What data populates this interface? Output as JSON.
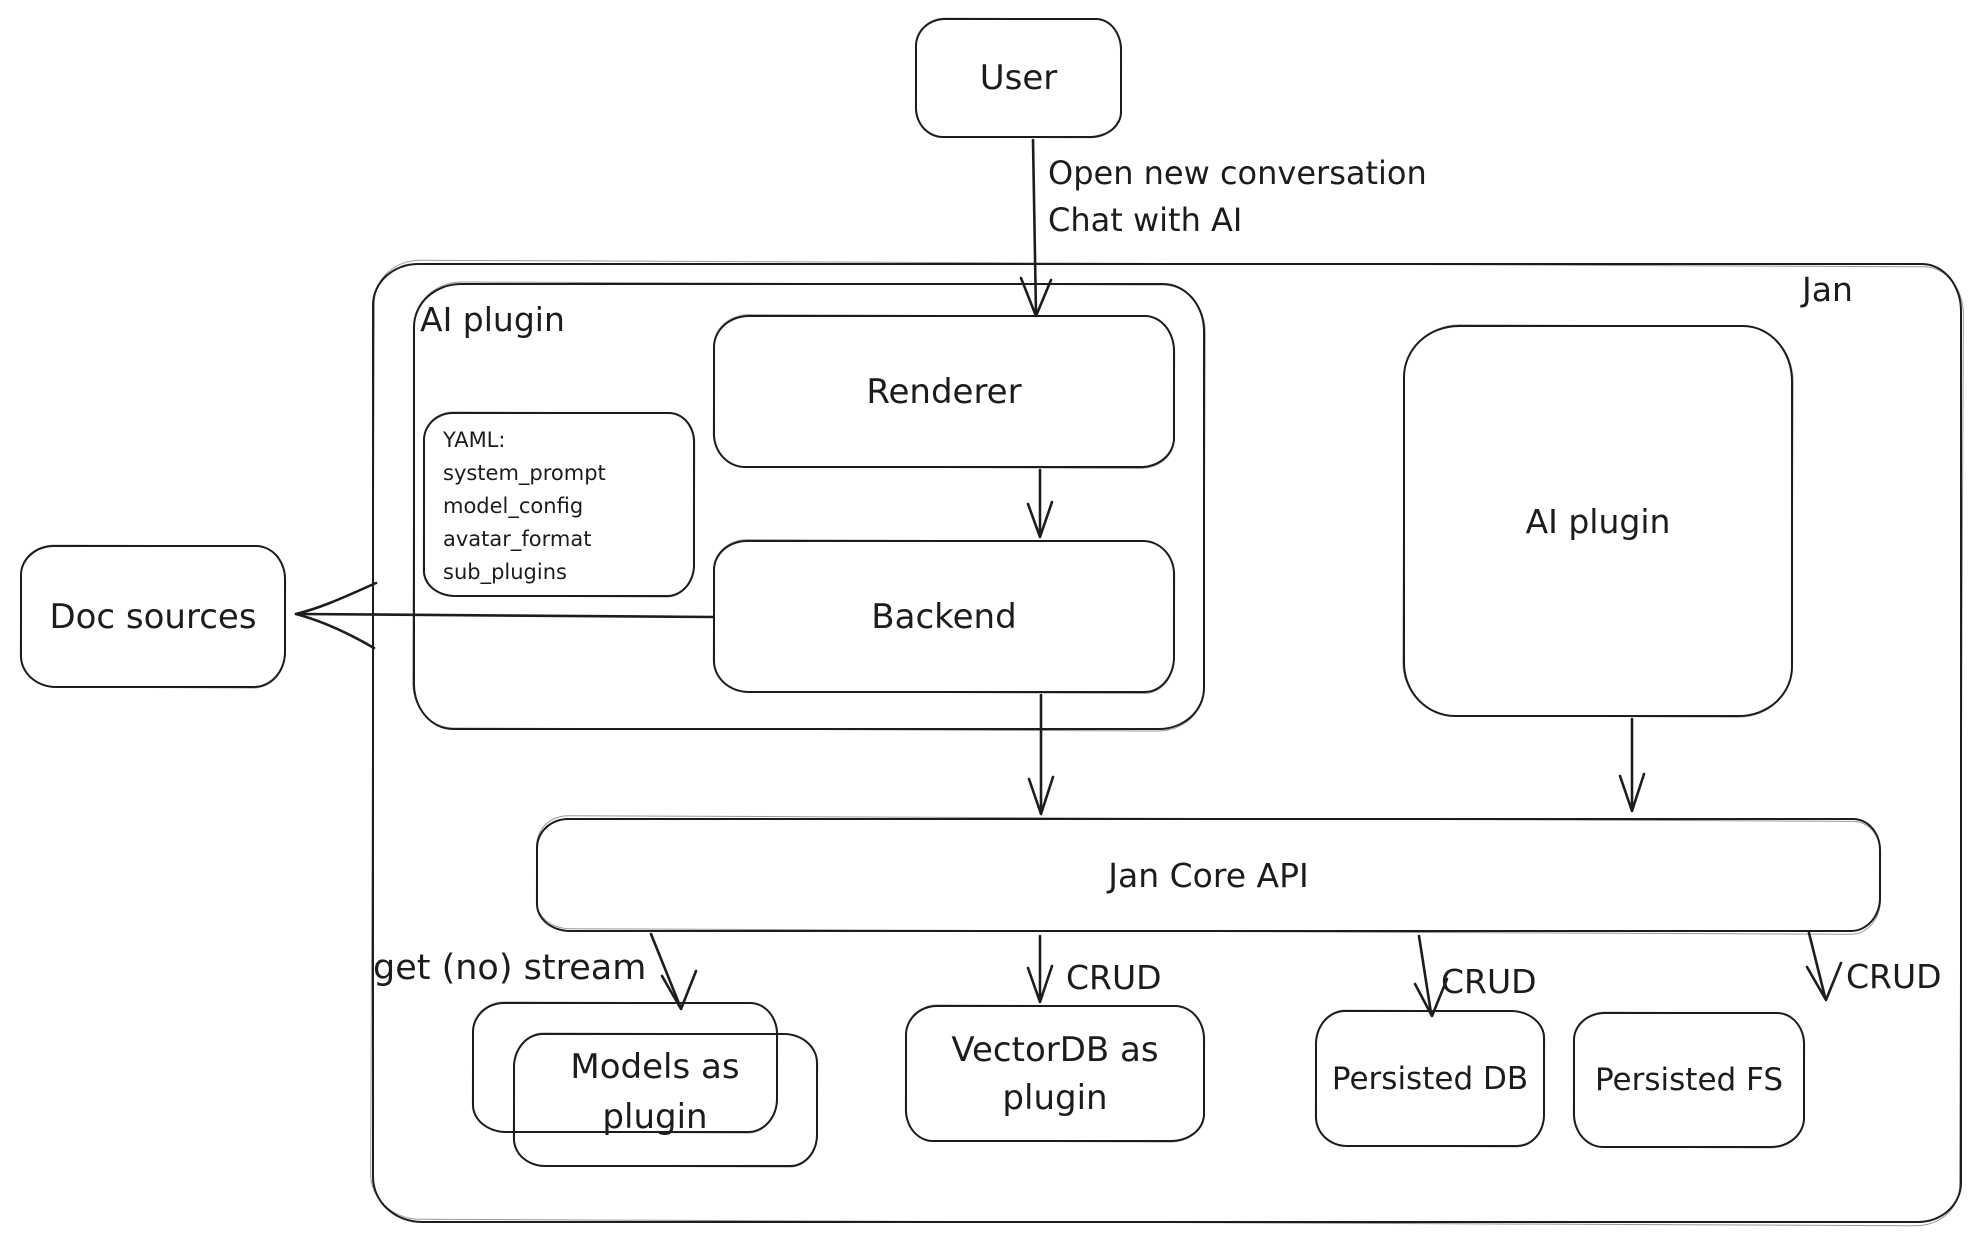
{
  "colors": {
    "stroke": "#1c1c1c",
    "background": "#ffffff"
  },
  "nodes": {
    "user": {
      "label": "User"
    },
    "jan": {
      "label": "Jan"
    },
    "ai_plugin_left": {
      "label": "AI plugin"
    },
    "renderer": {
      "label": "Renderer"
    },
    "backend": {
      "label": "Backend"
    },
    "yaml_note": {
      "title": "YAML:",
      "lines": [
        "system_prompt",
        "model_config",
        "avatar_format",
        "sub_plugins"
      ]
    },
    "ai_plugin_right": {
      "label": "AI plugin"
    },
    "doc_sources": {
      "label": "Doc sources"
    },
    "jan_core_api": {
      "label": "Jan Core API"
    },
    "models_plugin": {
      "label_lines": [
        "Models as",
        "plugin"
      ]
    },
    "vectordb_plugin": {
      "label_lines": [
        "VectorDB as",
        "plugin"
      ]
    },
    "persisted_db": {
      "label": "Persisted DB"
    },
    "persisted_fs": {
      "label": "Persisted FS"
    }
  },
  "edges": {
    "user_to_renderer": {
      "label_lines": [
        "Open new conversation",
        "Chat with AI"
      ]
    },
    "jan_core_to_models": {
      "label": "get (no) stream"
    },
    "jan_core_to_vectordb": {
      "label": "CRUD"
    },
    "jan_core_to_persisted_db": {
      "label": "CRUD"
    },
    "jan_core_to_persisted_fs": {
      "label": "CRUD"
    }
  }
}
